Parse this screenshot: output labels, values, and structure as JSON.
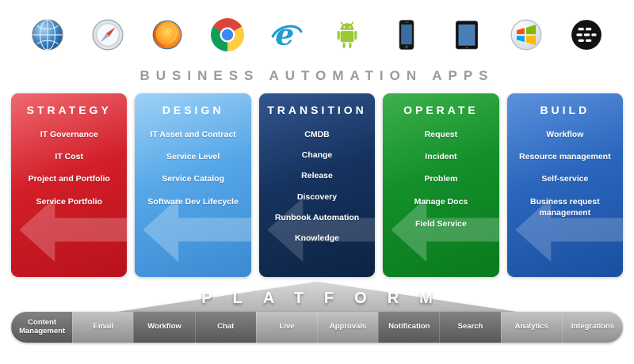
{
  "header": {
    "title": "BUSINESS AUTOMATION APPS",
    "device_icons": [
      "network-globe",
      "safari",
      "firefox",
      "chrome",
      "internet-explorer",
      "android",
      "iphone",
      "ipad",
      "windows",
      "blackberry"
    ]
  },
  "columns": [
    {
      "title": "STRATEGY",
      "color": "#cf2030",
      "items": [
        "IT Governance",
        "IT Cost",
        "Project and Portfolio",
        "Service Portfolio"
      ]
    },
    {
      "title": "DESIGN",
      "color": "#55a7e8",
      "items": [
        "IT Asset and Contract",
        "Service Level",
        "Service Catalog",
        "Software Dev Lifecycle"
      ]
    },
    {
      "title": "TRANSITION",
      "color": "#16335f",
      "items": [
        "CMDB",
        "Change",
        "Release",
        "Discovery",
        "Runbook Automation",
        "Knowledge"
      ]
    },
    {
      "title": "OPERATE",
      "color": "#128f2a",
      "items": [
        "Request",
        "Incident",
        "Problem",
        "Manage Docs",
        "Field Service"
      ]
    },
    {
      "title": "BUILD",
      "color": "#2a66bd",
      "items": [
        "Workflow",
        "Resource management",
        "Self-service",
        "Business request management"
      ]
    }
  ],
  "platform": {
    "label": "PLATFORM",
    "items": [
      {
        "label": "Content Management",
        "dark": true
      },
      {
        "label": "Email",
        "dark": false
      },
      {
        "label": "Workflow",
        "dark": true
      },
      {
        "label": "Chat",
        "dark": true
      },
      {
        "label": "Live",
        "dark": false
      },
      {
        "label": "Approvals",
        "dark": false
      },
      {
        "label": "Notification",
        "dark": true
      },
      {
        "label": "Search",
        "dark": true
      },
      {
        "label": "Analytics",
        "dark": false
      },
      {
        "label": "Integrations",
        "dark": false
      }
    ]
  }
}
